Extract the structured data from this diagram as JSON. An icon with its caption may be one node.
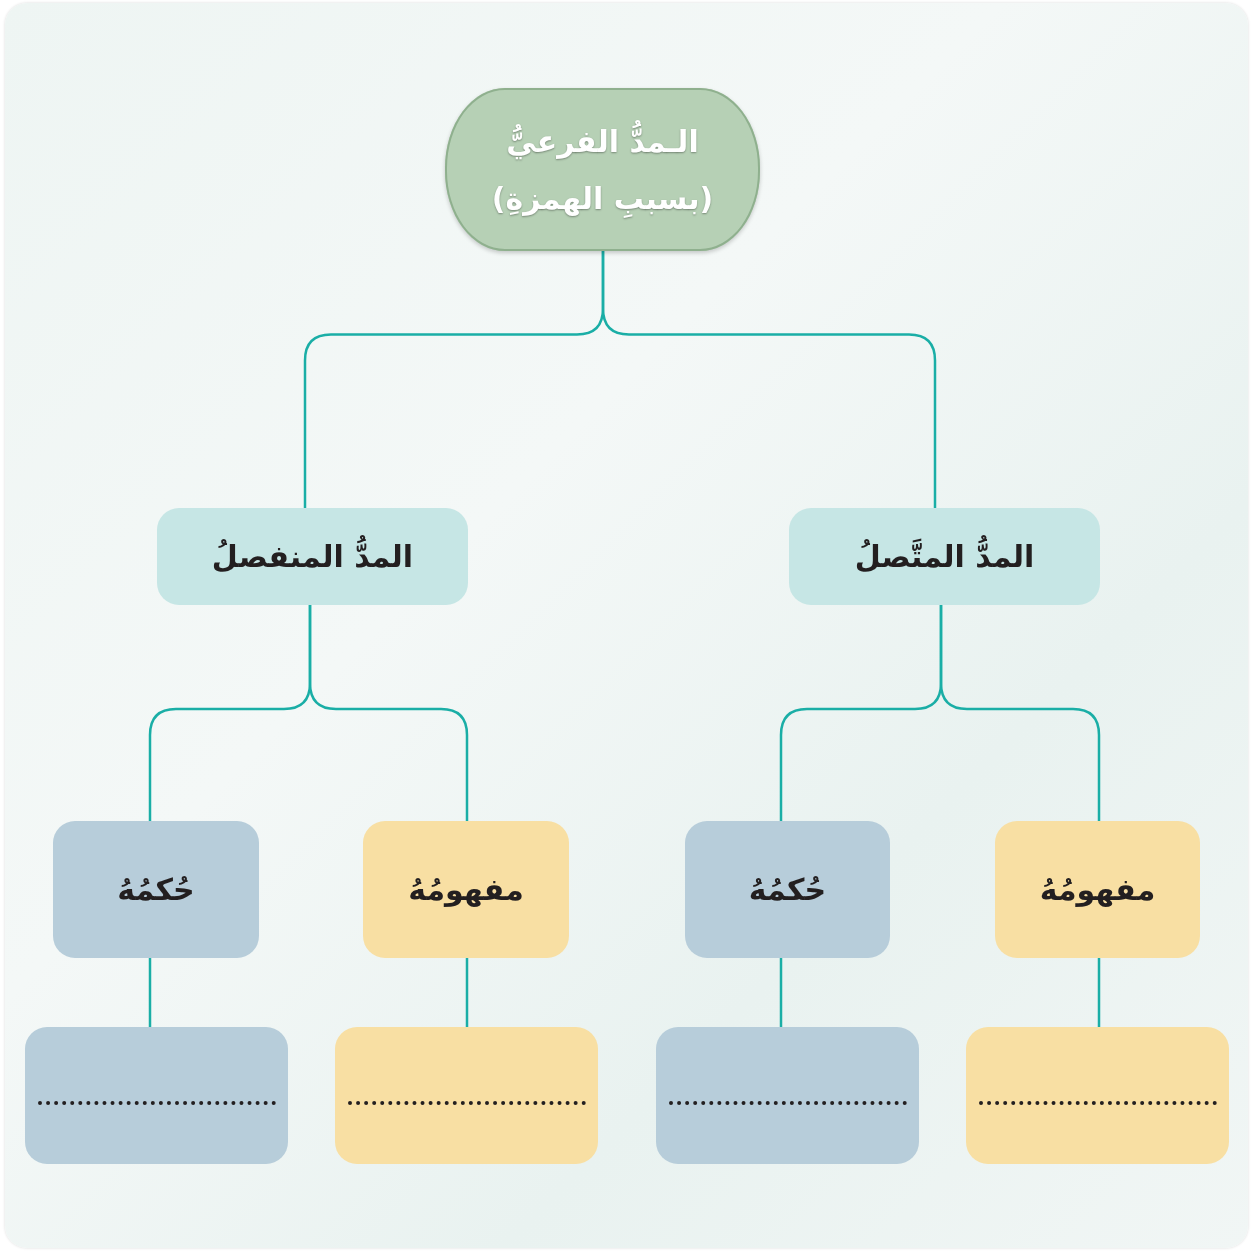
{
  "diagram": {
    "nodes": [
      {
        "text": [
          "الـمدُّ الفرعيُّ",
          "(بسببِ الهمزةِ)"
        ]
      },
      {
        "text": [
          "المدُّ المتَّصلُ"
        ]
      },
      {
        "text": [
          "المدُّ المنفصلُ"
        ]
      },
      {
        "text": [
          "مفهومُهُ"
        ]
      },
      {
        "text": [
          "حُكمُهُ"
        ]
      },
      {
        "text": [
          "مفهومُهُ"
        ]
      },
      {
        "text": [
          "حُكمُهُ"
        ]
      },
      {
        "text": [],
        "shape": "box"
      },
      {
        "text": [],
        "shape": "box"
      },
      {
        "text": [],
        "shape": "box"
      },
      {
        "text": [],
        "shape": "box"
      }
    ],
    "edges": [
      {
        "from": 0,
        "to": 1,
        "arrow": "none"
      },
      {
        "from": 0,
        "to": 2,
        "arrow": "none"
      },
      {
        "from": 1,
        "to": 3,
        "arrow": "none"
      },
      {
        "from": 1,
        "to": 4,
        "arrow": "none"
      },
      {
        "from": 2,
        "to": 5,
        "arrow": "none"
      },
      {
        "from": 2,
        "to": 6,
        "arrow": "none"
      },
      {
        "from": 6,
        "to": 7,
        "arrow": "none"
      },
      {
        "from": 5,
        "to": 8,
        "arrow": "none"
      },
      {
        "from": 4,
        "to": 9,
        "arrow": "none"
      },
      {
        "from": 3,
        "to": 10,
        "arrow": "none"
      }
    ]
  }
}
